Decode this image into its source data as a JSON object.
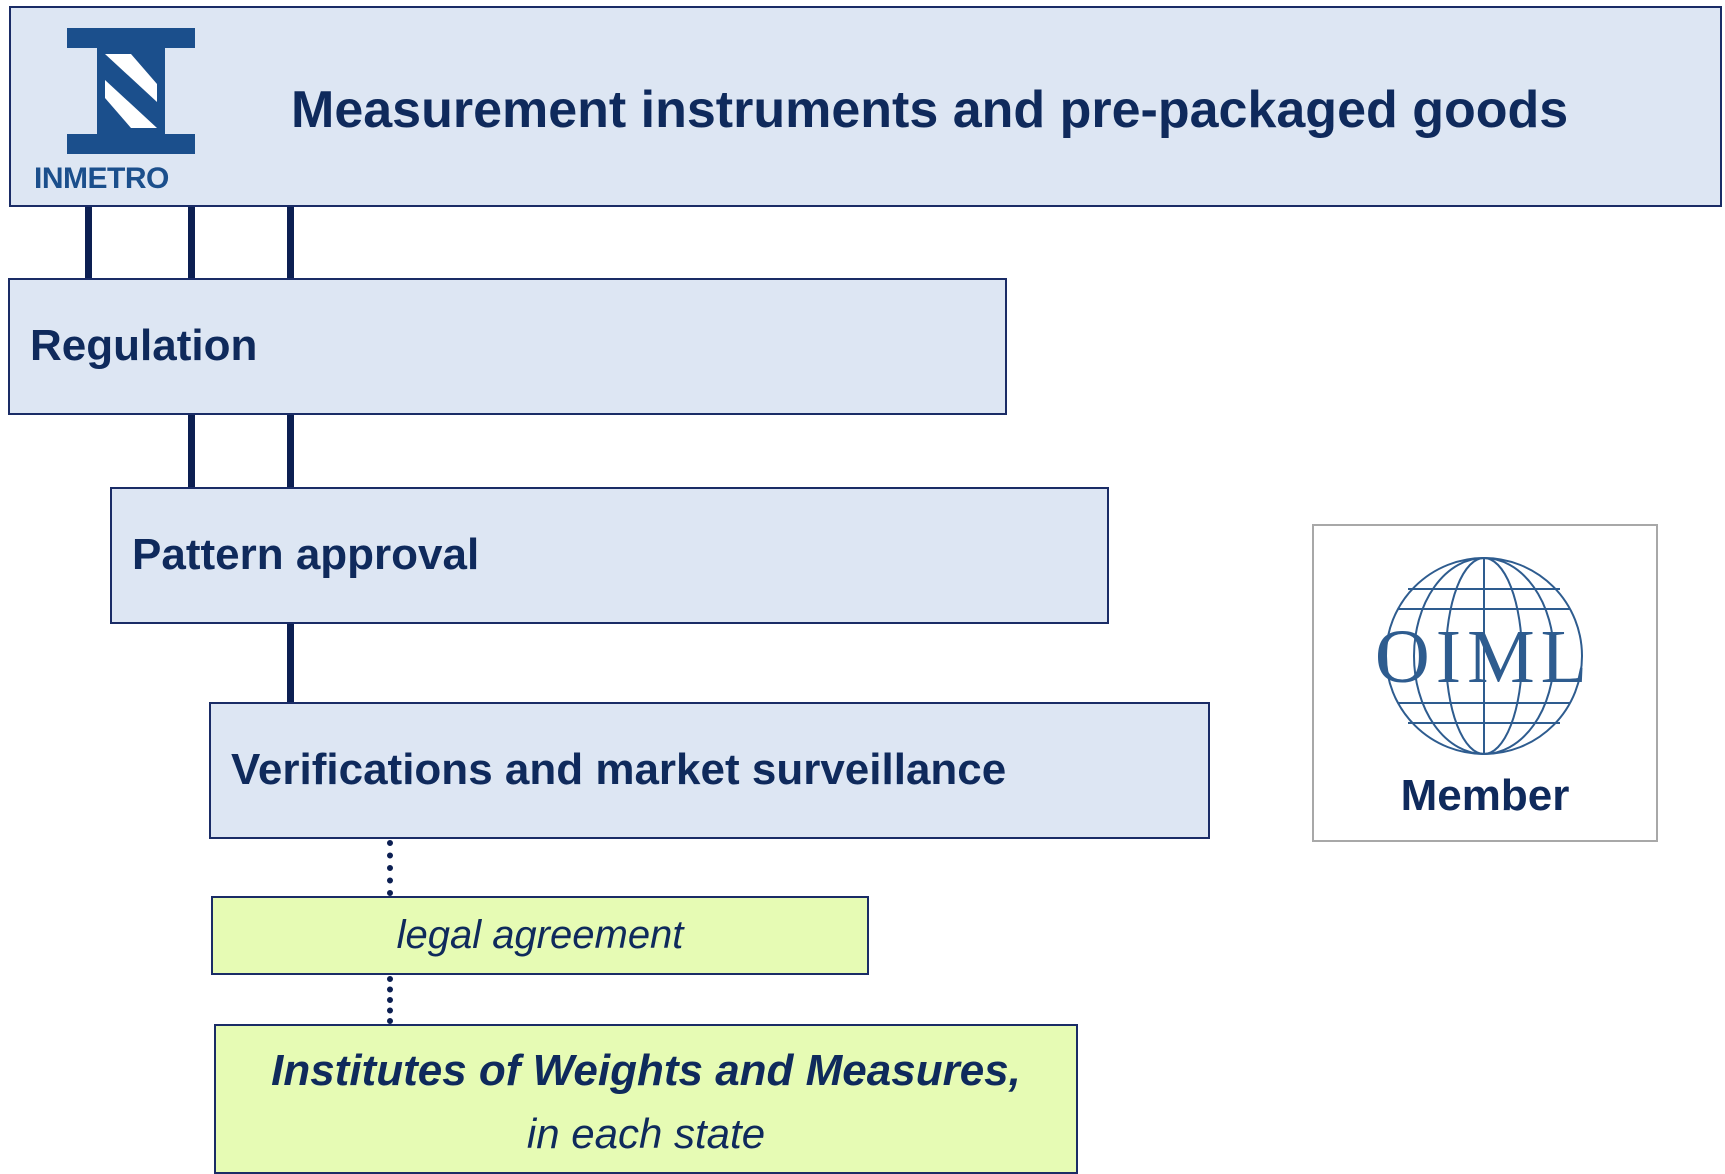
{
  "header": {
    "title": "Measurement instruments and pre-packaged goods",
    "logo_text": "INMETRO"
  },
  "boxes": {
    "regulation": "Regulation",
    "pattern_approval": "Pattern approval",
    "verifications": "Verifications and market surveillance",
    "legal_agreement": "legal agreement",
    "institutes_line1": "Institutes of Weights and Measures,",
    "institutes_line2": "in each state"
  },
  "oiml": {
    "logo_text": "OIML",
    "member_label": "Member"
  },
  "colors": {
    "box_fill": "#dde6f3",
    "green_fill": "#e6fbb4",
    "text": "#0f2a5c",
    "line": "#0c1f52",
    "logo_blue": "#1b4f8c"
  },
  "icons": [
    "inmetro-logo",
    "oiml-globe-logo"
  ]
}
